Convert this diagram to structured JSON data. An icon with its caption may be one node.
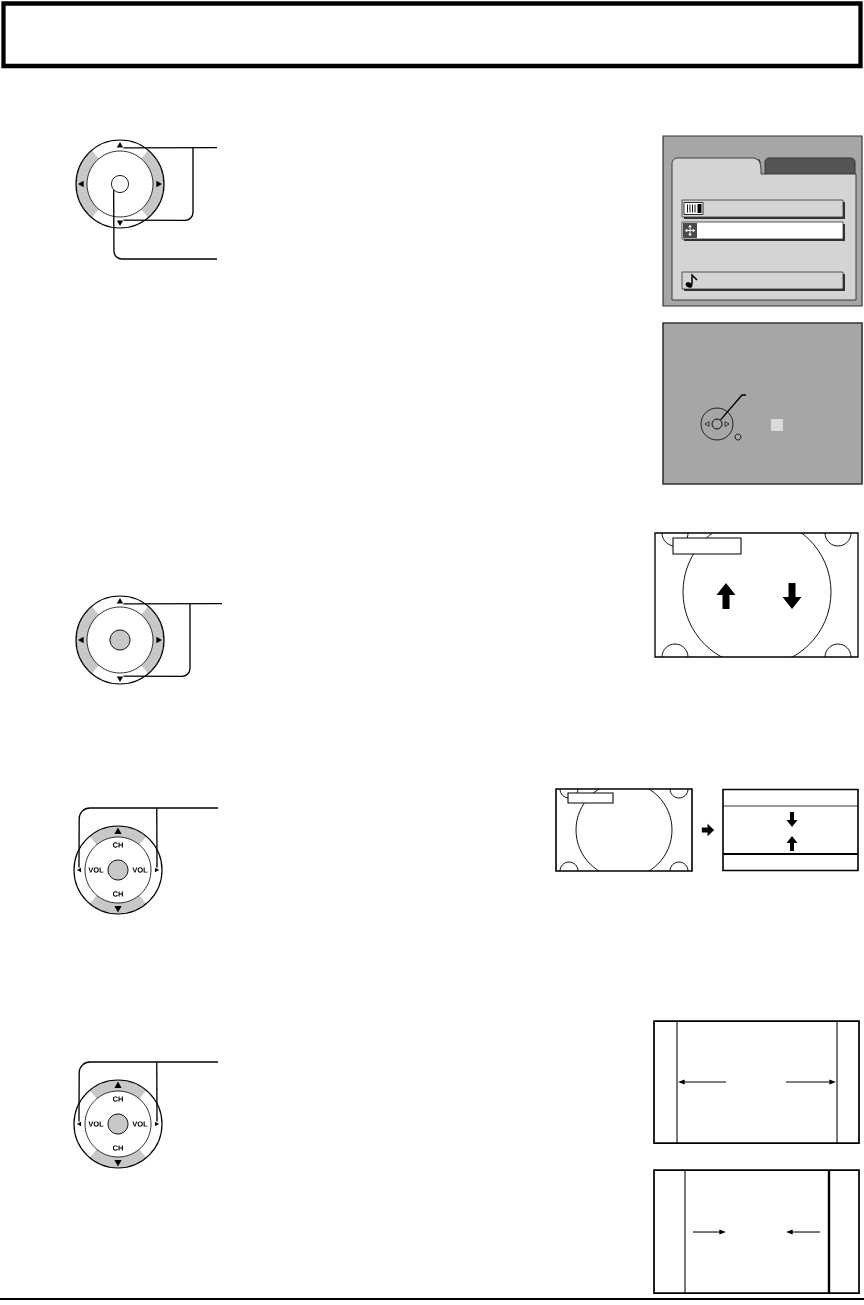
{
  "diagram": {
    "nodes": [
      {
        "text": [],
        "shape": "triangle"
      },
      {
        "text": [],
        "shape": "triangle"
      },
      {
        "text": [],
        "shape": "circle"
      },
      {
        "text": [],
        "shape": "triangle"
      },
      {
        "text": [],
        "shape": "triangle"
      },
      {
        "text": [],
        "shape": "circle"
      },
      {
        "text": [],
        "shape": "triangle"
      },
      {
        "text": [],
        "shape": "triangle"
      },
      {
        "text": [],
        "shape": "picture"
      },
      {
        "text": [],
        "shape": "picture"
      },
      {
        "text": [],
        "shape": "triangle"
      },
      {
        "text": [],
        "shape": "triangle"
      }
    ],
    "edges": [
      {
        "from": null,
        "to": 0,
        "arrow": "none"
      },
      {
        "from": null,
        "to": 1,
        "arrow": "none"
      },
      {
        "from": null,
        "to": 2,
        "arrow": "none"
      },
      {
        "from": null,
        "to": 3,
        "arrow": "none"
      },
      {
        "from": null,
        "to": 4,
        "arrow": "none"
      },
      {
        "from": null,
        "to": 5,
        "arrow": "none"
      },
      {
        "from": null,
        "to": 6,
        "arrow": "none"
      },
      {
        "from": null,
        "to": 7,
        "arrow": "none"
      },
      {
        "from": 8,
        "to": 9,
        "arrow": "to",
        "style": "thick"
      },
      {
        "from": null,
        "to": 10,
        "arrow": "none"
      },
      {
        "from": null,
        "to": 11,
        "arrow": "none"
      }
    ],
    "labels": [
      "CH",
      "VOL",
      "VOL",
      "CH",
      "CH",
      "VOL",
      "VOL",
      "CH"
    ]
  }
}
